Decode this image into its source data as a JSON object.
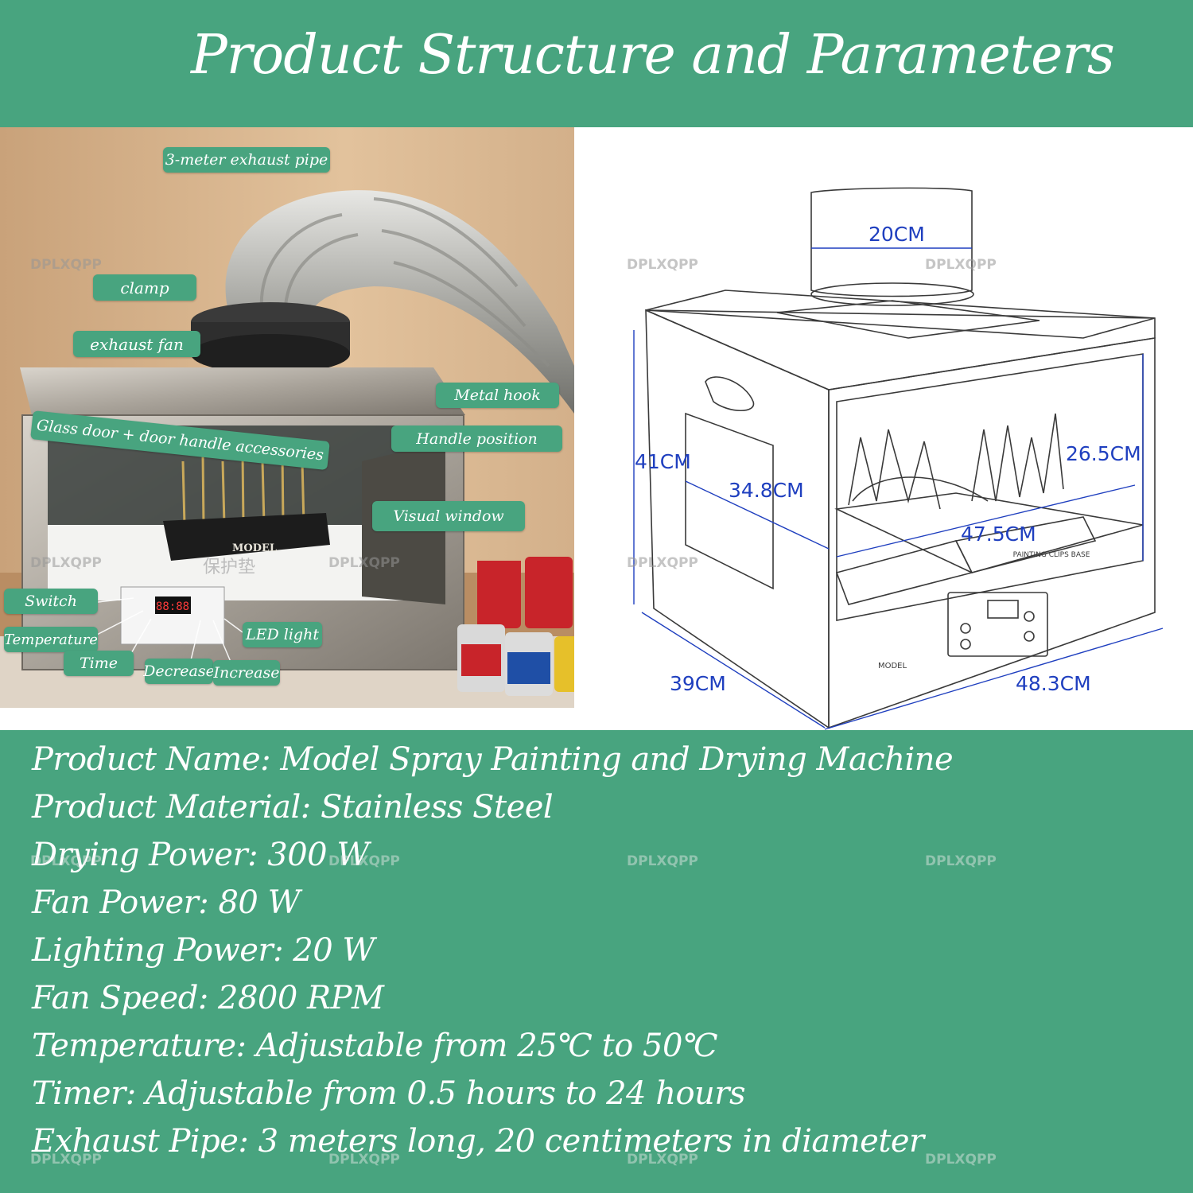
{
  "header": {
    "title": "Product Structure and Parameters"
  },
  "photo_labels": {
    "exhaust_pipe": "3-meter exhaust pipe",
    "clamp": "clamp",
    "exhaust_fan": "exhaust fan",
    "glass_door": "Glass door + door handle accessories",
    "metal_hook": "Metal hook",
    "handle_position": "Handle position",
    "visual_window": "Visual window",
    "switch": "Switch",
    "temperature": "Temperature",
    "time": "Time",
    "decrease": "Decrease",
    "increase": "Increase",
    "led_light": "LED light",
    "mat_text": "保护垫",
    "base_text": "MODEL",
    "display_value": "88:88"
  },
  "dimensions": {
    "pipe_diameter": "20CM",
    "height": "41CM",
    "inner_depth": "34.8CM",
    "inner_height": "26.5CM",
    "inner_width": "47.5CM",
    "depth": "39CM",
    "width": "48.3CM",
    "base_label": "MODEL",
    "base_sub": "PAINTING CLIPS BASE"
  },
  "watermark": "DPLXQPP",
  "specs": [
    "Product Name: Model Spray Painting and Drying Machine",
    "Product Material: Stainless Steel",
    "Drying Power: 300 W",
    "Fan Power: 80 W",
    "Lighting Power: 20 W",
    "Fan Speed: 2800 RPM",
    "Temperature: Adjustable from 25℃ to 50℃",
    "Timer: Adjustable from 0.5 hours to 24 hours",
    "Exhaust Pipe: 3 meters long, 20 centimeters in diameter"
  ],
  "colors": {
    "brand_green": "#48a47f",
    "dimension_blue": "#1f3fbf"
  }
}
